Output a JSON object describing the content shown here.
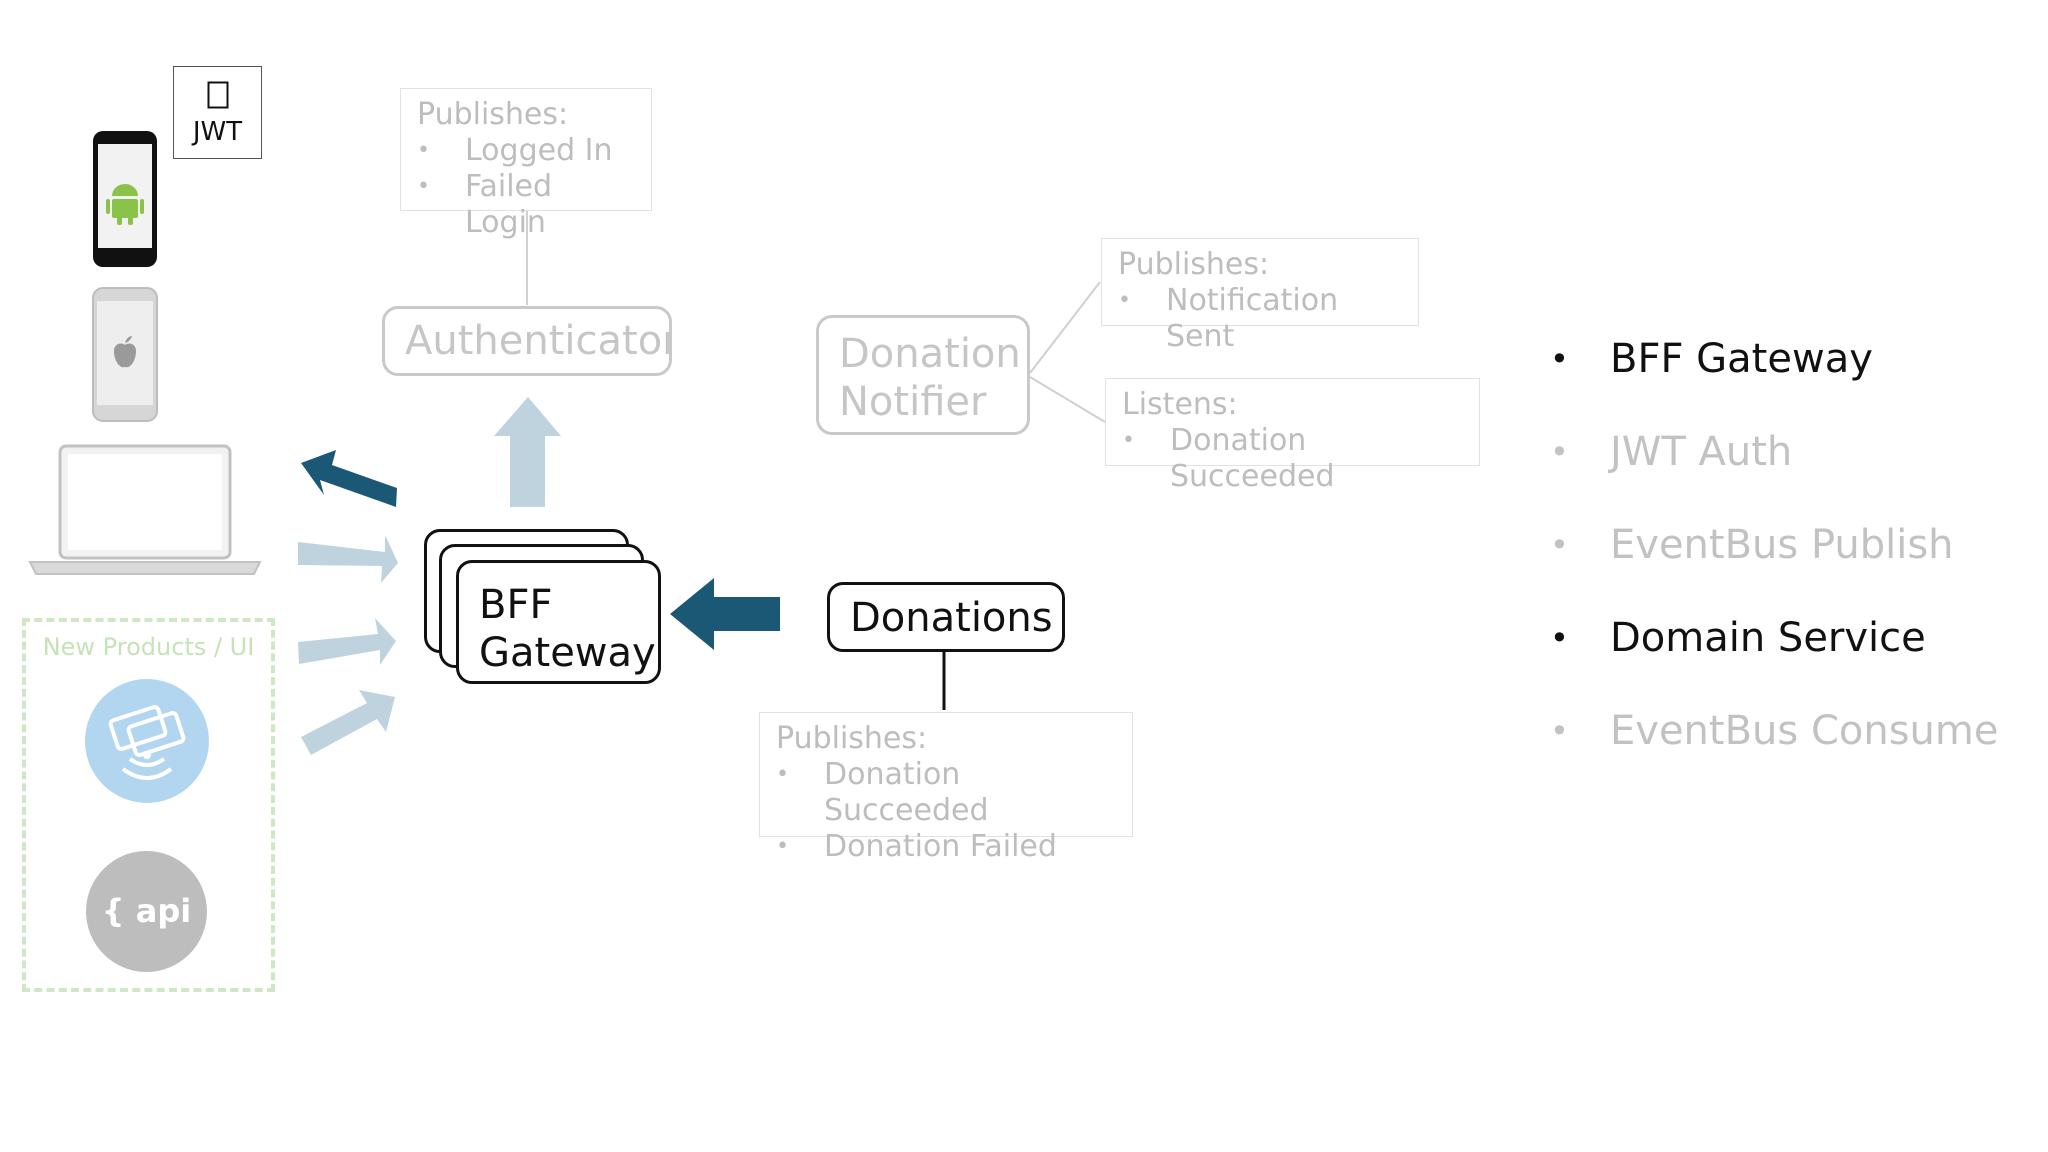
{
  "jwt_badge": {
    "icon": "lock-icon",
    "label": "JWT"
  },
  "clients": {
    "new_products_label": "New Products / UI",
    "api_label": "{ api }"
  },
  "authenticator": {
    "label": "Authenticator",
    "publishes_title": "Publishes:",
    "publishes": [
      "Logged In",
      "Failed Login"
    ]
  },
  "notifier": {
    "label": "Donation Notifier",
    "publishes_title": "Publishes:",
    "publishes": [
      "Notification Sent"
    ],
    "listens_title": "Listens:",
    "listens": [
      "Donation Succeeded"
    ]
  },
  "gateway": {
    "label": "BFF Gateway"
  },
  "donations": {
    "label": "Donations",
    "publishes_title": "Publishes:",
    "publishes": [
      "Donation Succeeded",
      "Donation Failed"
    ]
  },
  "agenda": {
    "items": [
      {
        "label": "BFF Gateway",
        "state": "active"
      },
      {
        "label": "JWT Auth",
        "state": "dim"
      },
      {
        "label": "EventBus Publish",
        "state": "dim"
      },
      {
        "label": "Domain Service",
        "state": "active"
      },
      {
        "label": "EventBus Consume",
        "state": "dim"
      }
    ]
  },
  "colors": {
    "arrow_dark": "#1b5876",
    "arrow_light": "#bfd3de",
    "android_green": "#8bc34a",
    "dashed_green": "#cfe8c4",
    "contactless_blue": "#b3d6f0",
    "api_gray": "#bdbdbd"
  }
}
